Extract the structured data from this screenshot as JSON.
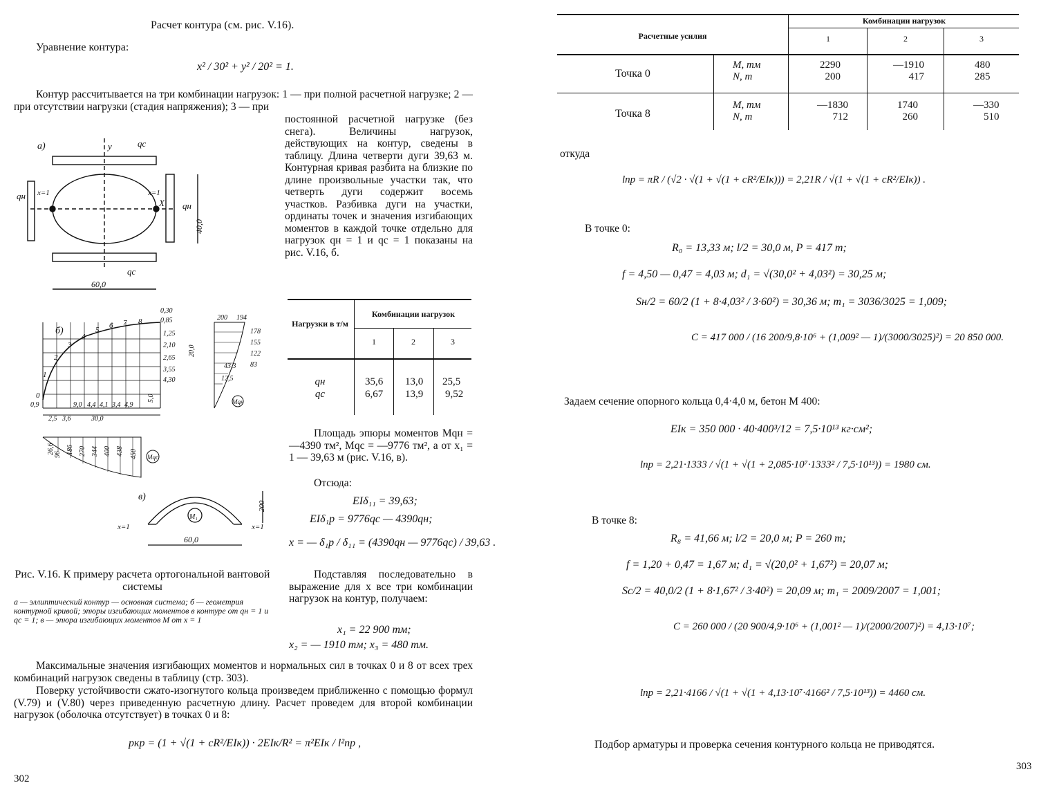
{
  "left": {
    "heading": "Расчет контура (см. рис. V.16).",
    "equation_label": "Уравнение контура:",
    "equation": "x² / 30² + y² / 20² = 1.",
    "para1_full": "Контур рассчитывается на три комбинации нагрузок: 1 — при полной расчетной нагрузке; 2 — при отсутствии нагрузки (стадия напряжения); 3 — при",
    "para1_cont": "постоянной расчетной нагрузке (без снега). Величины нагрузок, действующих на контур, сведены в таблицу. Длина четверти дуги 39,63 м. Контурная кривая разбита на близкие по длине произвольные участки так, что четверть дуги содержит восемь участков. Разбивка дуги на участки, ординаты точек и значения изгибающих моментов в каждой точке отдельно для нагрузок qн = 1 и qс = 1 показаны на рис. V.16, б.",
    "load_table": {
      "header_left": "Нагрузки в т/м",
      "header_group": "Комбинации нагрузок",
      "cols": [
        "1",
        "2",
        "3"
      ],
      "row_labels": [
        "qн",
        "qс"
      ],
      "row1": [
        "35,6",
        "13,0",
        "25,5"
      ],
      "row2": [
        "6,67",
        "13,9",
        "9,52"
      ]
    },
    "para2": "Площадь эпюры моментов Mqн = —4390 тм², Mqс = —9776 тм², а от x₁ = 1 — 39,63 м (рис. V.16, в).",
    "otsyuda": "Отсюда:",
    "eq1": "EIδ₁₁ = 39,63;",
    "eq2": "EIδ₁p = 9776qс — 4390qн;",
    "eq3": "x = — δ₁p / δ₁₁ = (4390qн — 9776qс) / 39,63 .",
    "para3": "Подставляя последовательно в выражение для x все три комбинации нагрузок на контур, получаем:",
    "res1": "x₁ = 22 900 тм;",
    "res2": "x₂ = — 1910 тм;   x₃ = 480 тм.",
    "figure_caption": "Рис. V.16. К примеру расчета ортогональной вантовой системы",
    "figure_legend": "а — эллиптический контур — основная система; б — геометрия контурной кривой; эпюры изгибающих моментов в контуре от qн = 1 и qс = 1; в — эпюра изгибающих моментов M от x = 1",
    "para4": "Максимальные значения изгибающих моментов и нормальных сил в точках 0 и 8 от всех трех комбинаций нагрузок сведены в таблицу (стр. 303).",
    "para5": "Поверку устойчивости сжато-изогнутого кольца произведем приближенно с помощью формул (V.79) и (V.80) через приведенную расчетную длину. Расчет проведем для второй комбинации нагрузок (оболочка отсутствует) в точках 0 и 8:",
    "formula_pkr": "pкр = (1 + √(1 + cR²/EIк)) · 2EIк/R² = π²EIк / l²пр ,",
    "page_number": "302",
    "fig": {
      "a": "а)",
      "b": "б)",
      "c": "в)",
      "y": "y",
      "qc": "qс",
      "qn": "qн",
      "x1": "x=1",
      "x": "X",
      "dim40": "40,0",
      "dim60": "60,0",
      "dim200": "200",
      "dim30": "30,0",
      "pts": [
        "0",
        "1",
        "2",
        "3",
        "4",
        "5",
        "6",
        "7",
        "8"
      ],
      "ord": [
        "0,30",
        "0,85",
        "1,25",
        "2,10",
        "2,65",
        "3,55",
        "4,30",
        "0,9"
      ],
      "dims_small": [
        "2,5",
        "3,6",
        "9,0",
        "4,4",
        "4,1",
        "3,4",
        "4,9",
        "5,0",
        "20,0"
      ],
      "moment_right": [
        "200",
        "194",
        "178",
        "155",
        "122",
        "83",
        "43,3",
        "12,5"
      ],
      "moment_left": [
        "26,6",
        "96",
        "186",
        "270",
        "344",
        "400",
        "438",
        "450"
      ],
      "Mqn": "Mqн",
      "Mqc": "Mqс",
      "M1": "M₁"
    }
  },
  "right": {
    "table": {
      "header_left": "Расчетные усилия",
      "header_group": "Комбинации нагрузок",
      "cols": [
        "1",
        "2",
        "3"
      ],
      "rows": [
        {
          "point": "Точка 0",
          "units": "M, тм\nN, т",
          "c1": "2290\n200",
          "c2": "—1910\n417",
          "c3": "480\n285"
        },
        {
          "point": "Точка 8",
          "units": "M, тм\nN, т",
          "c1": "—1830\n712",
          "c2": "1740\n260",
          "c3": "—330\n510"
        }
      ]
    },
    "otkuda": "откуда",
    "lpr_general": "lпр = πR / (√2 · √(1 + √(1 + cR²/EIк))) = 2,21R / √(1 + √(1 + cR²/EIк)) .",
    "v_tochke0": "В точке 0:",
    "p0_l1": "R₀ = 13,33 м;   l/2 = 30,0 м,   P = 417 т;",
    "p0_l2": "f = 4,50 — 0,47 = 4,03 м;   d₁ = √(30,0² + 4,03²) = 30,25 м;",
    "p0_l3": "Sн/2 = 60/2 (1 + 8·4,03² / 3·60²) = 30,36 м;   m₁ = 3036/3025 = 1,009;",
    "p0_l4": "C = 417 000 / (16 200/9,8·10⁶ + (1,009² — 1)/(3000/3025)²) = 20 850 000.",
    "zadaem": "Задаем сечение опорного кольца 0,4·4,0 м, бетон М 400:",
    "eik": "EIк = 350 000 · 40·400³/12 = 7,5·10¹³ кг·см²;",
    "lpr0": "lпр = 2,21·1333 / √(1 + √(1 + 2,085·10⁷·1333² / 7,5·10¹³)) = 1980 см.",
    "v_tochke8": "В точке 8:",
    "p8_l1": "R₈ = 41,66 м;   l/2 = 20,0 м;   P = 260 т;",
    "p8_l2": "f = 1,20 + 0,47 = 1,67 м;   d₁ = √(20,0² + 1,67²) = 20,07 м;",
    "p8_l3": "Sс/2 = 40,0/2 (1 + 8·1,67² / 3·40²) = 20,09 м;   m₁ = 2009/2007 = 1,001;",
    "p8_l4": "C = 260 000 / (20 900/4,9·10⁶ + (1,001² — 1)/(2000/2007)²) = 4,13·10⁷;",
    "lpr8": "lпр = 2,21·4166 / √(1 + √(1 + 4,13·10⁷·4166² / 7,5·10¹³)) = 4460 см.",
    "final": "Подбор арматуры и проверка сечения контурного кольца не приводятся.",
    "page_number": "303"
  }
}
